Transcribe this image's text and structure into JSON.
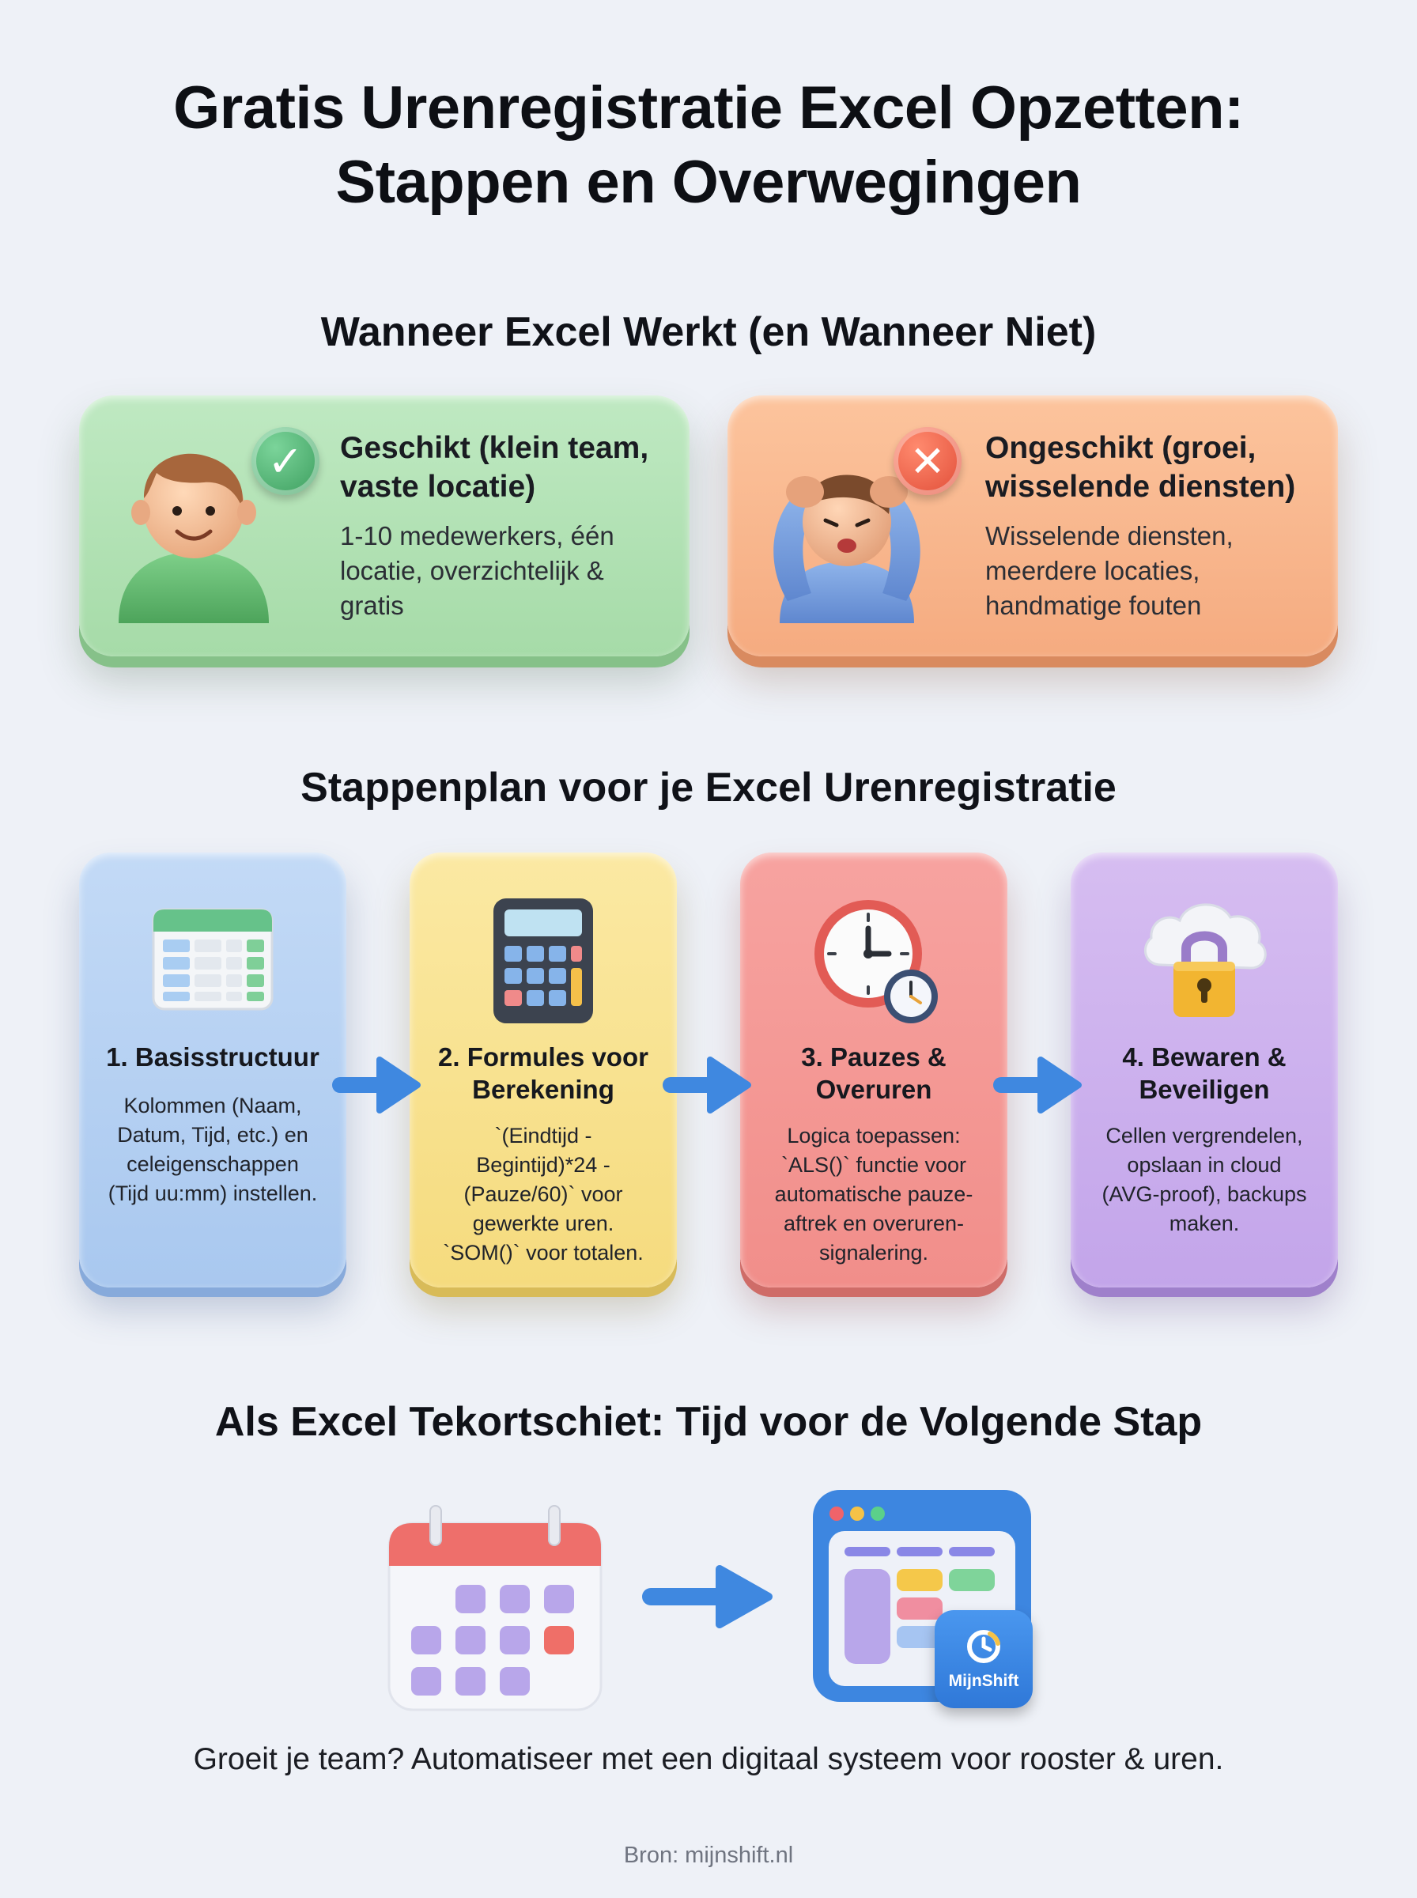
{
  "title_line1": "Gratis Urenregistratie Excel Opzetten:",
  "title_line2": "Stappen en Overwegingen",
  "section1": {
    "title": "Wanneer Excel Werkt (en Wanneer Niet)",
    "suitable": {
      "heading_line1": "Geschikt (klein team,",
      "heading_line2": "vaste locatie)",
      "text_line1": "1-10 medewerkers, één",
      "text_line2": "locatie, overzichtelijk &",
      "text_line3": "gratis",
      "badge_icon": "check-icon",
      "color": "#a6dba8"
    },
    "unsuitable": {
      "heading_line1": "Ongeschikt (groei,",
      "heading_line2": "wisselende diensten)",
      "text_line1": "Wisselende diensten,",
      "text_line2": "meerdere locaties,",
      "text_line3": "handmatige fouten",
      "badge_icon": "cross-icon",
      "color": "#f5ab80"
    }
  },
  "section2": {
    "title": "Stappenplan voor je Excel Urenregistratie",
    "steps": [
      {
        "title_line1": "1. Basisstructuur",
        "title_line2": "",
        "text": [
          "Kolommen (Naam,",
          "Datum, Tijd, etc.) en",
          "celeigenschappen",
          "(Tijd uu:mm) instellen."
        ],
        "icon": "spreadsheet-icon",
        "color": "#a9c8ef"
      },
      {
        "title_line1": "2. Formules voor",
        "title_line2": "Berekening",
        "text": [
          "`(Eindtijd -",
          "Begintijd)*24 -",
          "(Pauze/60)` voor",
          "gewerkte uren.",
          "`SOM()` voor totalen."
        ],
        "icon": "calculator-icon",
        "color": "#f5db7e"
      },
      {
        "title_line1": "3. Pauzes &",
        "title_line2": "Overuren",
        "text": [
          "Logica toepassen:",
          "`ALS()` functie voor",
          "automatische pauze-",
          "aftrek en overuren-",
          "signalering."
        ],
        "icon": "clock-icon",
        "color": "#f18e8a"
      },
      {
        "title_line1": "4. Bewaren &",
        "title_line2": "Beveiligen",
        "text": [
          "Cellen vergrendelen,",
          "opslaan in cloud",
          "(AVG-proof), backups",
          "maken."
        ],
        "icon": "cloud-lock-icon",
        "color": "#c3a5ea"
      }
    ]
  },
  "section3": {
    "title": "Als Excel Tekortschiet: Tijd voor de Volgende Stap",
    "from_icon": "calendar-icon",
    "to_icon": "app-window-icon",
    "app_badge_label": "MijnShift",
    "caption": "Groeit je team? Automatiseer met een digitaal systeem voor rooster & uren."
  },
  "source": "Bron: mijnshift.nl"
}
